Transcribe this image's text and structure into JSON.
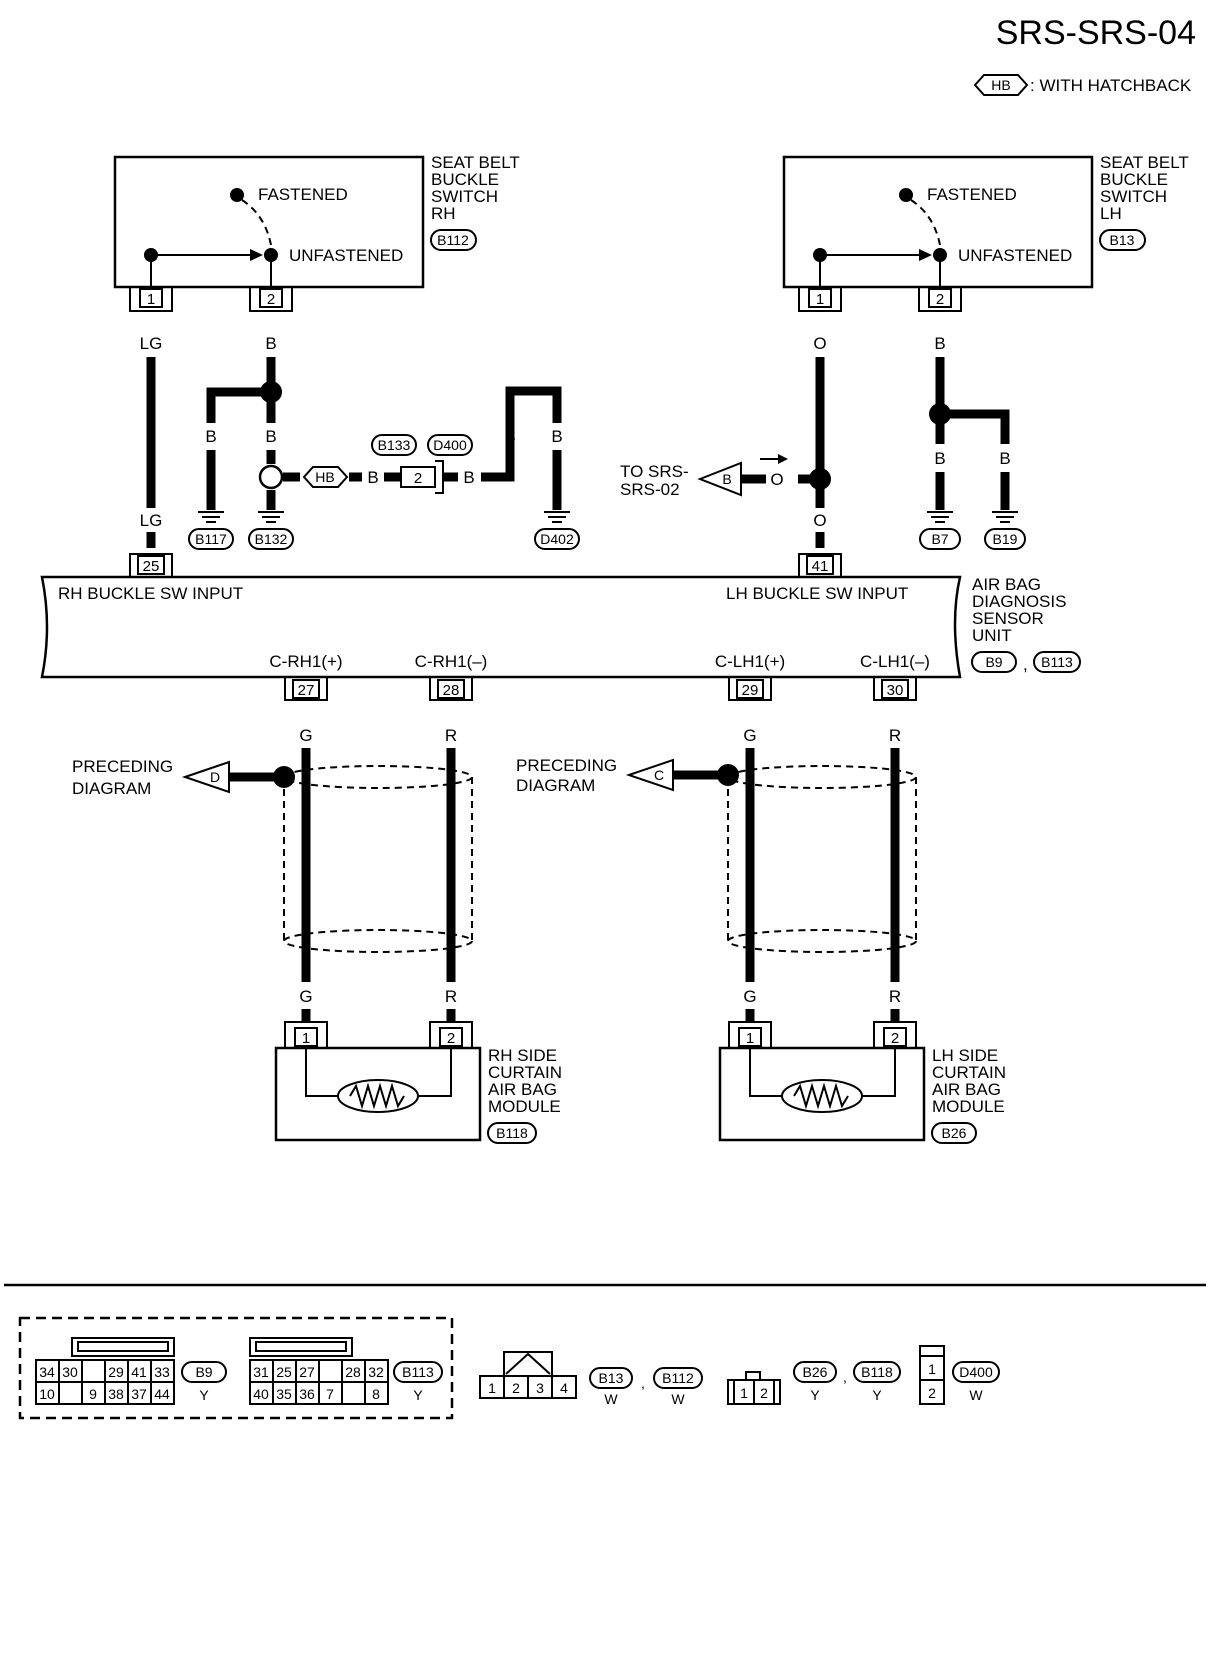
{
  "page": {
    "code": "SRS-SRS-04"
  },
  "legend": {
    "hb_symbol": "HB",
    "hb_text": ": WITH HATCHBACK"
  },
  "components": {
    "buckle_rh": {
      "name_l1": "SEAT BELT",
      "name_l2": "BUCKLE",
      "name_l3": "SWITCH",
      "name_l4": "RH",
      "connector": "B112",
      "fastened": "FASTENED",
      "unfastened": "UNFASTENED",
      "pin1": "1",
      "pin2": "2"
    },
    "buckle_lh": {
      "name_l1": "SEAT BELT",
      "name_l2": "BUCKLE",
      "name_l3": "SWITCH",
      "name_l4": "LH",
      "connector": "B13",
      "fastened": "FASTENED",
      "unfastened": "UNFASTENED",
      "pin1": "1",
      "pin2": "2"
    },
    "airbag_unit": {
      "name_l1": "AIR BAG",
      "name_l2": "DIAGNOSIS",
      "name_l3": "SENSOR",
      "name_l4": "UNIT",
      "conn1": "B9",
      "comma": ",",
      "conn2": "B113",
      "rh_input": "RH BUCKLE SW INPUT",
      "lh_input": "LH BUCKLE SW INPUT",
      "crh_plus": "C-RH1(+)",
      "crh_minus": "C-RH1(–)",
      "clh_plus": "C-LH1(+)",
      "clh_minus": "C-LH1(–)",
      "pin25": "25",
      "pin41": "41",
      "pin27": "27",
      "pin28": "28",
      "pin29": "29",
      "pin30": "30"
    },
    "curtain_rh": {
      "name_l1": "RH SIDE",
      "name_l2": "CURTAIN",
      "name_l3": "AIR BAG",
      "name_l4": "MODULE",
      "connector": "B118",
      "pin1": "1",
      "pin2": "2"
    },
    "curtain_lh": {
      "name_l1": "LH SIDE",
      "name_l2": "CURTAIN",
      "name_l3": "AIR BAG",
      "name_l4": "MODULE",
      "connector": "B26",
      "pin1": "1",
      "pin2": "2"
    }
  },
  "grounds": {
    "b117": "B117",
    "b132": "B132",
    "d402": "D402",
    "b7": "B7",
    "b19": "B19"
  },
  "inline_connector": {
    "b133": "B133",
    "d400": "D400",
    "pin": "2",
    "hb": "HB"
  },
  "wire_colors": {
    "lg": "LG",
    "b": "B",
    "o": "O",
    "g": "G",
    "r": "R"
  },
  "references": {
    "to_srs_l1": "TO SRS-",
    "to_srs_l2": "SRS-02",
    "to_srs_tag": "B",
    "preceding_l1": "PRECEDING",
    "preceding_l2": "DIAGRAM",
    "tag_d": "D",
    "tag_c": "C"
  },
  "connector_views": {
    "b9": {
      "id": "B9",
      "color": "Y",
      "row1": [
        "34",
        "30",
        "",
        "29",
        "41",
        "33"
      ],
      "row2": [
        "10",
        "",
        "9",
        "38",
        "37",
        "44"
      ]
    },
    "b113": {
      "id": "B113",
      "color": "Y",
      "row1": [
        "31",
        "25",
        "27",
        "",
        "28",
        "32"
      ],
      "row2": [
        "40",
        "35",
        "36",
        "7",
        "",
        "8"
      ]
    },
    "four_pin": {
      "pins": [
        "1",
        "2",
        "3",
        "4"
      ],
      "id1": "B13",
      "color1": "W",
      "comma": ",",
      "id2": "B112",
      "color2": "W"
    },
    "two_pin": {
      "pins": [
        "1",
        "2"
      ],
      "id1": "B26",
      "color1": "Y",
      "comma": ",",
      "id2": "B118",
      "color2": "Y"
    },
    "d400": {
      "pins": [
        "1",
        "2"
      ],
      "id": "D400",
      "color": "W"
    }
  }
}
